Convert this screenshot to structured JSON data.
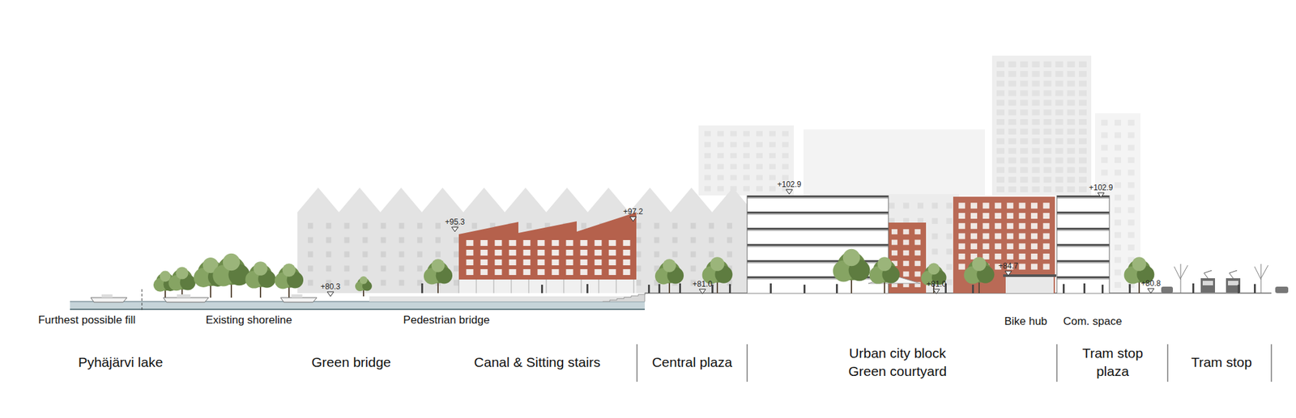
{
  "diagram": {
    "labels": [
      "+95.3",
      "+97.2",
      "+80.3",
      "+81.0",
      "+102.9",
      "+81.0",
      "+84.7",
      "+102.9",
      "+80.8",
      "Furthest possible fill",
      "Existing shoreline",
      "Pedestrian bridge",
      "Bike hub",
      "Com. space",
      "Pyhäjärvi lake",
      "Green bridge",
      "Canal & Sitting stairs",
      "Central plaza",
      "Urban city block Green courtyard",
      "Tram stop plaza",
      "Tram stop"
    ]
  }
}
